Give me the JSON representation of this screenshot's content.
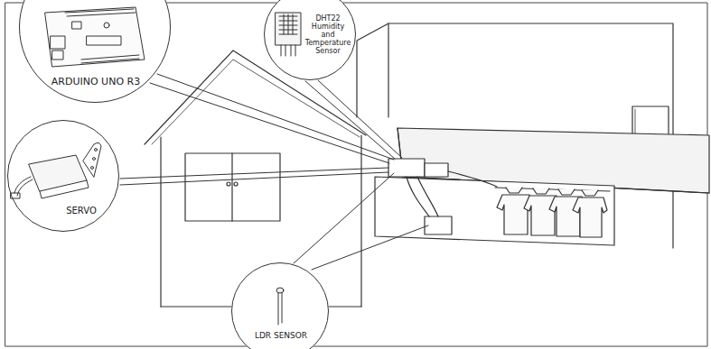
{
  "diagram": {
    "nodes": [
      {
        "text": [
          "ARDUINO UNO R3"
        ]
      },
      {
        "text": [
          "DHT22 Humidity and Temperature Sensor"
        ]
      },
      {
        "text": [
          "SERVO"
        ]
      },
      {
        "text": [
          "LDR SENSOR"
        ]
      }
    ]
  }
}
